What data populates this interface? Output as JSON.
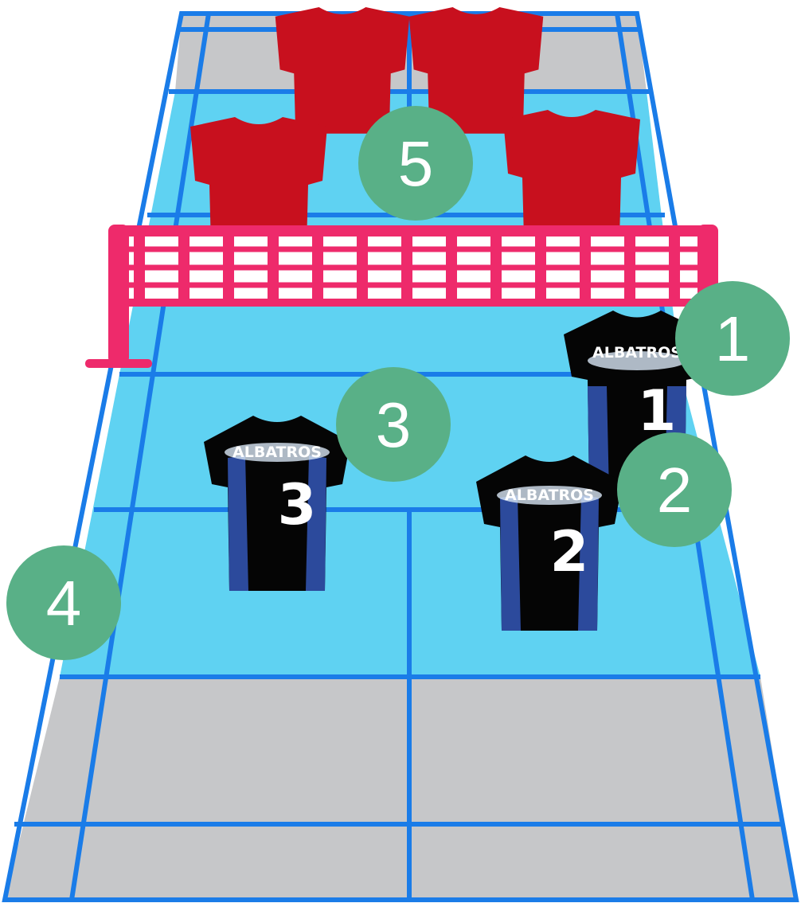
{
  "colors": {
    "court_line": "#1a7ce8",
    "zone_light": "#5fd2f2",
    "zone_grey": "#c6c7c9",
    "net": "#ee2a6b",
    "badge": "#59b087",
    "opponent_shirt": "#c8101e",
    "jersey_black": "#050505",
    "jersey_blue": "#2c4a9c"
  },
  "team_logo_text": "ALBATROS",
  "badges": [
    {
      "label": "1"
    },
    {
      "label": "2"
    },
    {
      "label": "3"
    },
    {
      "label": "4"
    },
    {
      "label": "5"
    }
  ],
  "jerseys": [
    {
      "number": "1"
    },
    {
      "number": "2"
    },
    {
      "number": "3"
    }
  ],
  "opponents": [
    {
      "icon": "red-shirt-icon"
    },
    {
      "icon": "red-shirt-icon"
    },
    {
      "icon": "red-shirt-icon"
    },
    {
      "icon": "red-shirt-icon"
    }
  ]
}
